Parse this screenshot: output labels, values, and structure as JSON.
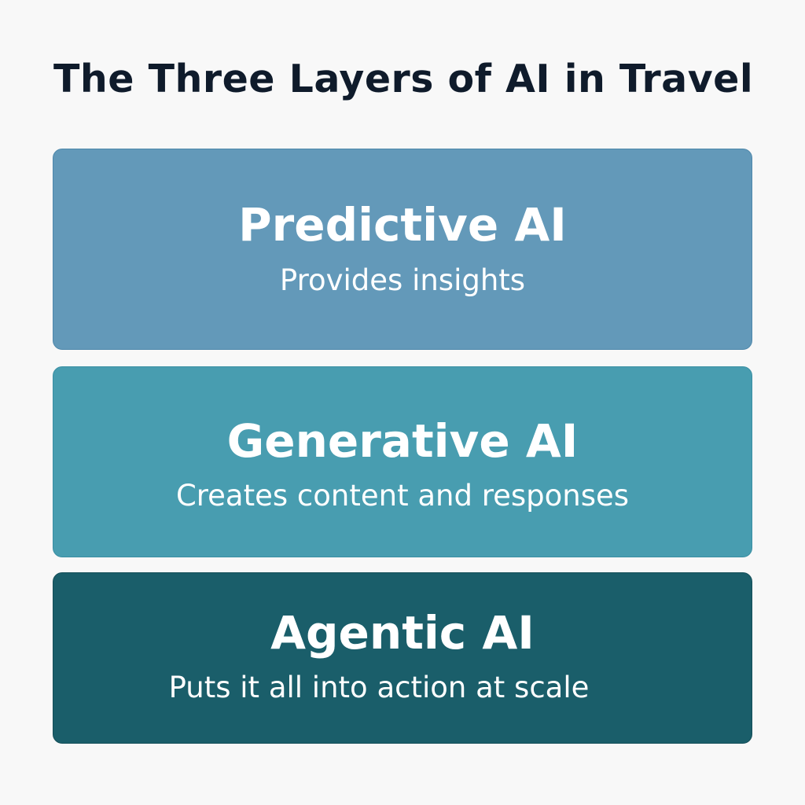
{
  "title": "The Three Layers of AI in Travel",
  "layers": [
    {
      "heading": "Predictive AI",
      "subtitle": "Provides insights",
      "color": "#6399b9"
    },
    {
      "heading": "Generative AI",
      "subtitle": "Creates content and responses",
      "color": "#489db0"
    },
    {
      "heading": "Agentic AI",
      "subtitle": "Puts it all into action at scale",
      "color": "#1a5e6a"
    }
  ]
}
